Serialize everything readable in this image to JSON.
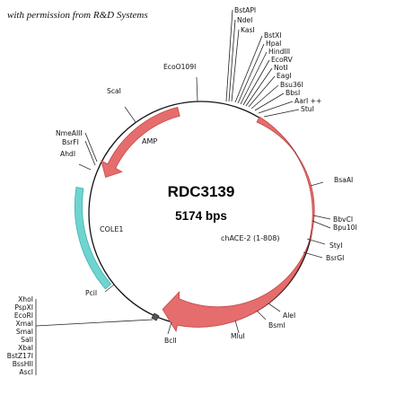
{
  "credit": "with permission from R&D Systems",
  "plasmid": {
    "name": "RDC3139",
    "size_label": "5174 bps"
  },
  "features": [
    {
      "name": "AMP",
      "label": "AMP",
      "type": "arrow",
      "color": "#e56d6d"
    },
    {
      "name": "COLE1",
      "label": "COLE1",
      "type": "block",
      "color": "#6fd4d0"
    },
    {
      "name": "chACE-2",
      "label": "chACE-2 (1-808)",
      "type": "arrow",
      "color": "#e56d6d"
    }
  ],
  "sites": {
    "top_cluster_a": [
      "BstAPI",
      "NdeI",
      "KasI"
    ],
    "top_cluster_b": [
      "BstXI",
      "HpaI",
      "HindIII",
      "EcoRV",
      "NotI",
      "EagI",
      "Bsu36I",
      "BbsI",
      "AarI ++",
      "StuI"
    ],
    "single": [
      "EcoO109I",
      "ScaI",
      "BsaAI",
      "BbvCI",
      "Bpu10I",
      "StyI",
      "BsrGI",
      "AleI",
      "BsmI",
      "MluI",
      "BclI",
      "PciI",
      "AhdI"
    ],
    "left_group": [
      "NmeAIII",
      "BsrFI"
    ],
    "bottom_cluster": [
      "XhoI",
      "PspXI",
      "EcoRI",
      "XmaI",
      "SmaI",
      "SalI",
      "XbaI",
      "BstZ17I",
      "BssHII",
      "AscI"
    ]
  },
  "colors": {
    "backbone": "#111111",
    "arrow": "#e56d6d",
    "arrow_stroke": "#c44848",
    "cole1": "#6fd4d0",
    "cole1_stroke": "#3bb5b0"
  }
}
